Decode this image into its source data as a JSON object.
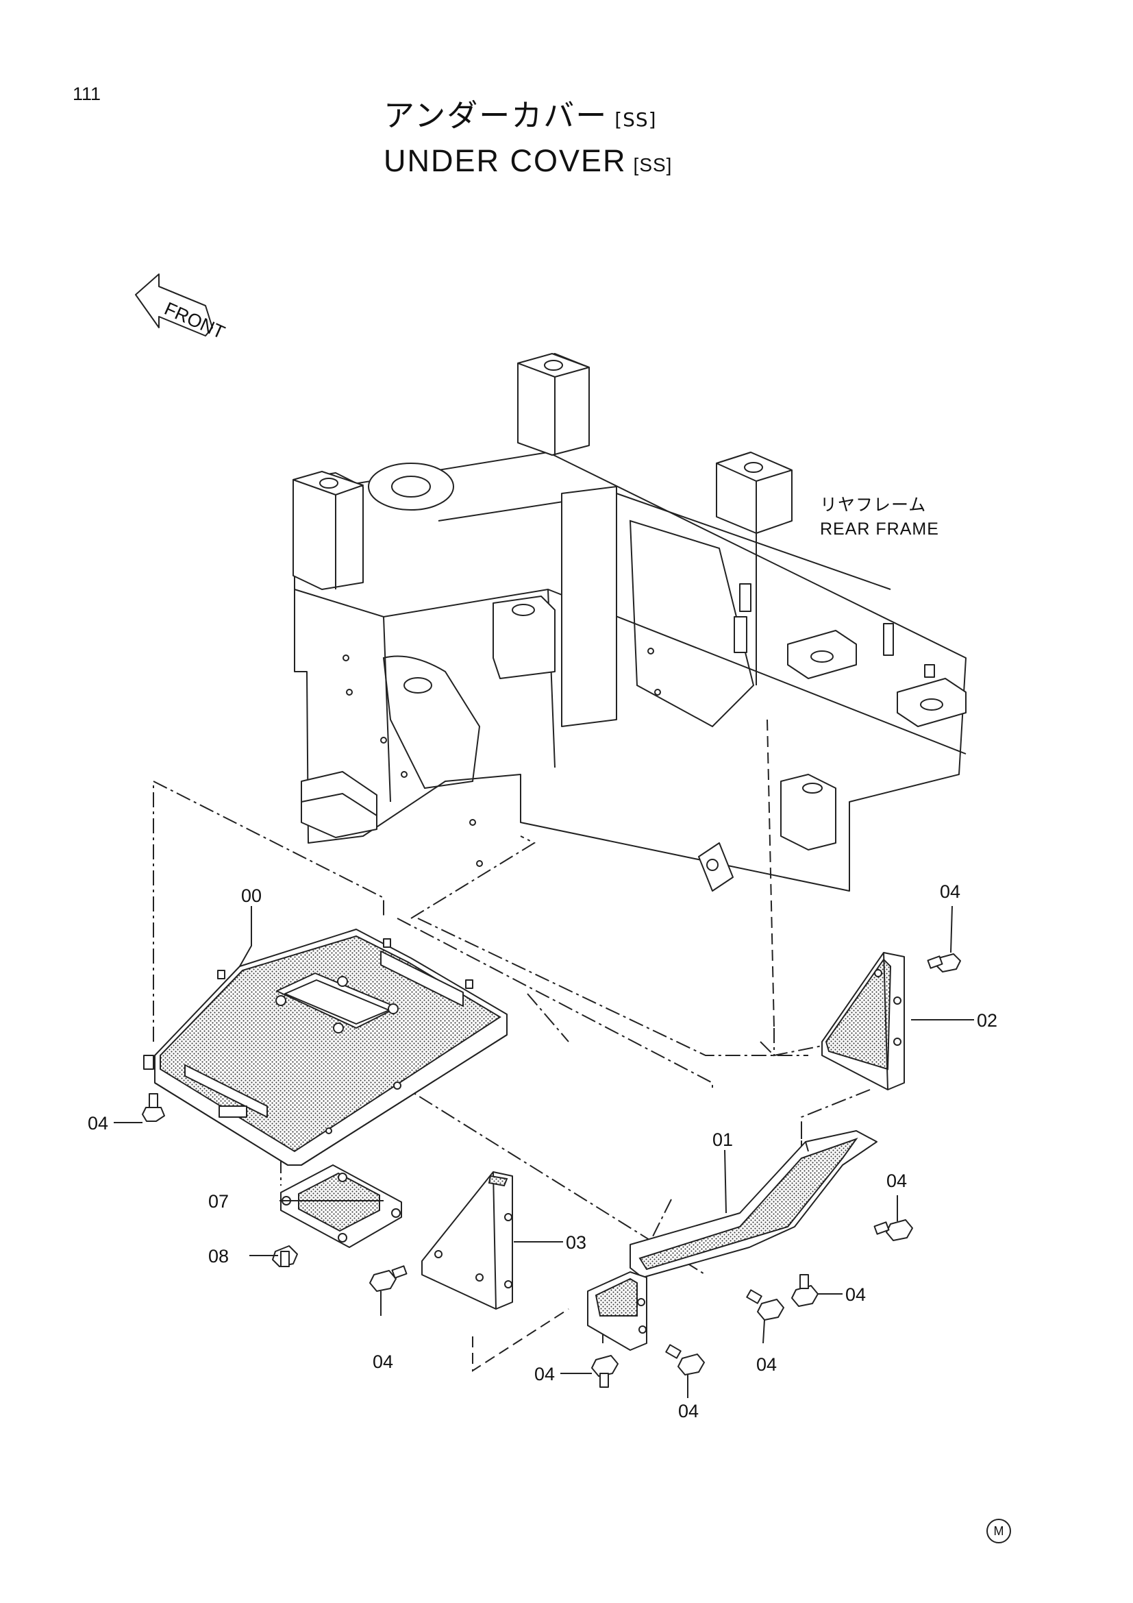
{
  "page": {
    "number": "111"
  },
  "title": {
    "japanese": "アンダーカバー",
    "english": "UNDER COVER",
    "variant_tag": "[SS]"
  },
  "orientation": {
    "label": "FRONT"
  },
  "assembly": {
    "label_japanese": "リヤフレーム",
    "label_english": "REAR FRAME"
  },
  "callouts": [
    {
      "id": "c-00",
      "text": "00"
    },
    {
      "id": "c-01",
      "text": "01"
    },
    {
      "id": "c-02",
      "text": "02"
    },
    {
      "id": "c-03",
      "text": "03"
    },
    {
      "id": "c-04a",
      "text": "04"
    },
    {
      "id": "c-04b",
      "text": "04"
    },
    {
      "id": "c-04c",
      "text": "04"
    },
    {
      "id": "c-04d",
      "text": "04"
    },
    {
      "id": "c-04e",
      "text": "04"
    },
    {
      "id": "c-04f",
      "text": "04"
    },
    {
      "id": "c-04g",
      "text": "04"
    },
    {
      "id": "c-04h",
      "text": "04"
    },
    {
      "id": "c-07",
      "text": "07"
    },
    {
      "id": "c-08",
      "text": "08"
    }
  ],
  "footer": {
    "mark": "M"
  }
}
